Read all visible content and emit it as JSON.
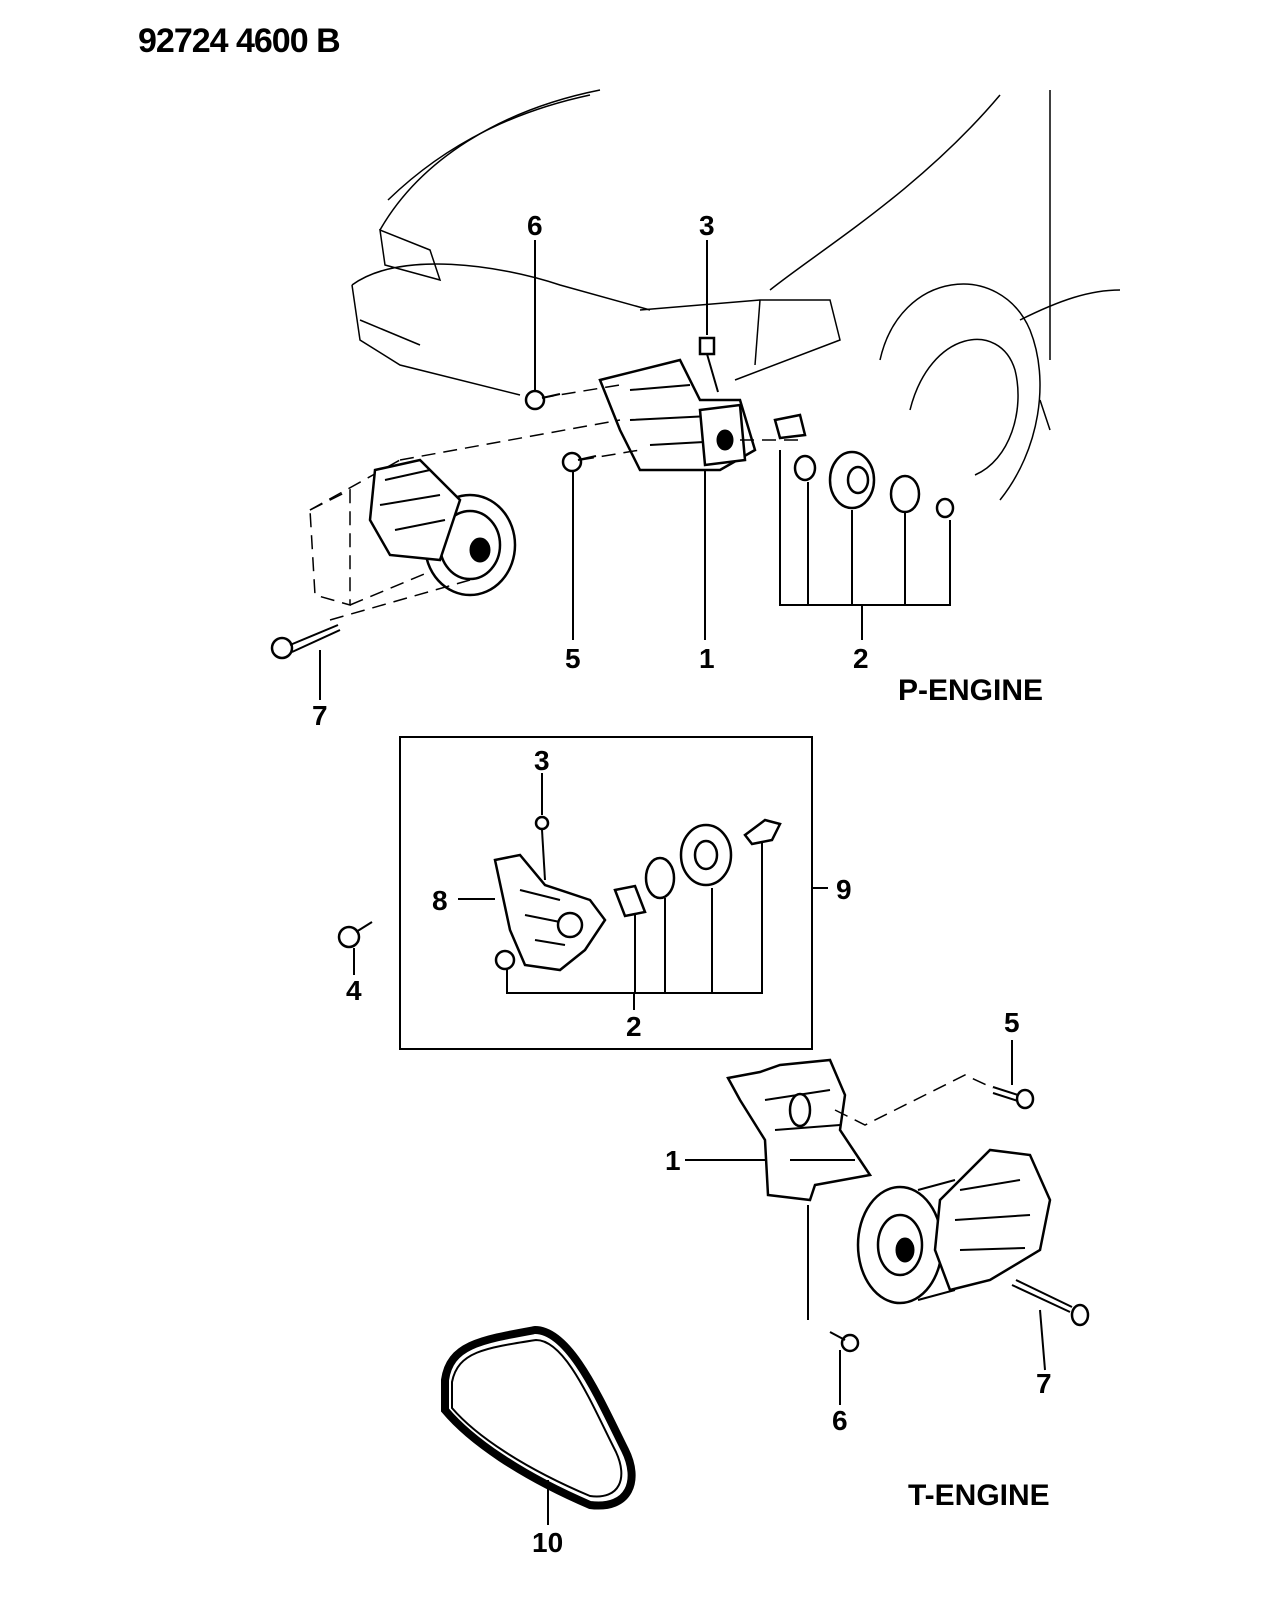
{
  "header": {
    "drawing_code": "92724  4600 B"
  },
  "sections": {
    "p_engine": {
      "title": "P-ENGINE"
    },
    "t_engine": {
      "title": "T-ENGINE"
    }
  },
  "callouts": {
    "p": {
      "c6": "6",
      "c3": "3",
      "c5": "5",
      "c1": "1",
      "c2": "2",
      "c7": "7"
    },
    "kit": {
      "c3": "3",
      "c8": "8",
      "c9": "9",
      "c4": "4",
      "c2": "2"
    },
    "t": {
      "c5": "5",
      "c1": "1",
      "c6": "6",
      "c7": "7",
      "c10": "10"
    }
  }
}
